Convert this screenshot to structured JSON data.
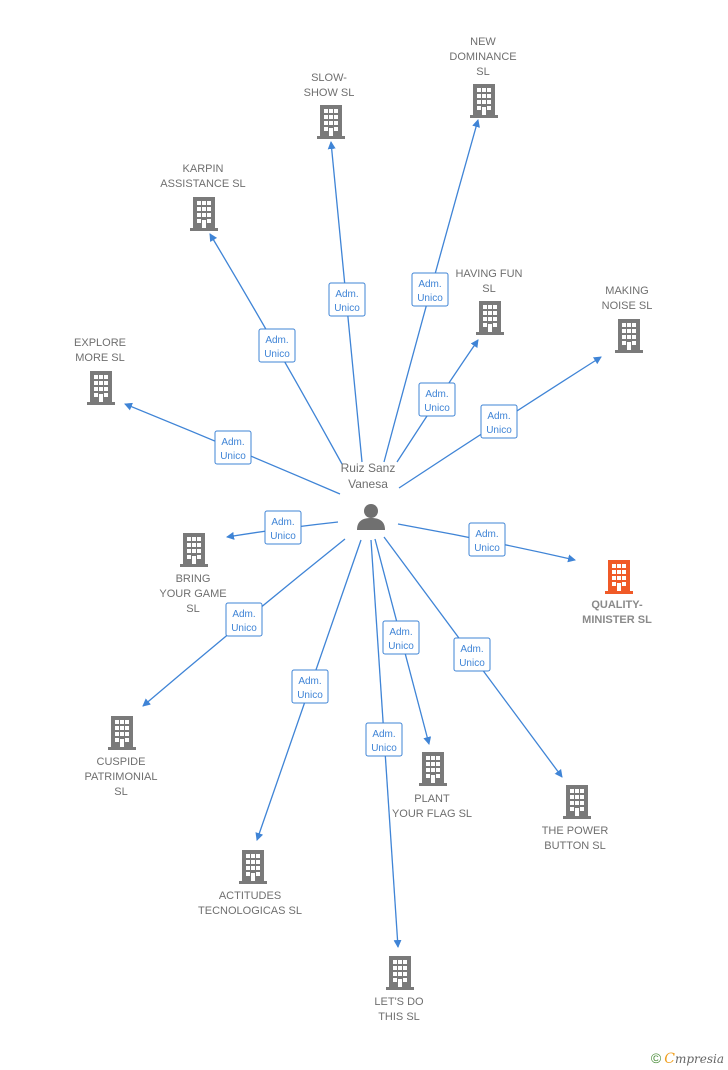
{
  "person": {
    "name_line1": "Ruiz Sanz",
    "name_line2": "Vanesa",
    "icon": "person-icon"
  },
  "colors": {
    "edge": "#3f84d6",
    "building": "#7a7a7a",
    "highlight": "#f05a28"
  },
  "edge_label": {
    "line1": "Adm.",
    "line2": "Unico"
  },
  "companies": [
    {
      "id": "new-dominance",
      "label": [
        "NEW",
        "DOMINANCE",
        "SL"
      ],
      "icon": "building-icon"
    },
    {
      "id": "slow-show",
      "label": [
        "SLOW-",
        "SHOW  SL"
      ],
      "icon": "building-icon"
    },
    {
      "id": "karpin",
      "label": [
        "KARPIN",
        "ASSISTANCE SL"
      ],
      "icon": "building-icon"
    },
    {
      "id": "having-fun",
      "label": [
        "HAVING FUN",
        "SL"
      ],
      "icon": "building-icon"
    },
    {
      "id": "making-noise",
      "label": [
        "MAKING",
        "NOISE  SL"
      ],
      "icon": "building-icon"
    },
    {
      "id": "explore-more",
      "label": [
        "EXPLORE",
        "MORE  SL"
      ],
      "icon": "building-icon"
    },
    {
      "id": "bring-your-game",
      "label": [
        "BRING",
        "YOUR GAME",
        "SL"
      ],
      "icon": "building-icon"
    },
    {
      "id": "quality-minister",
      "label": [
        "QUALITY-",
        "MINISTER  SL"
      ],
      "icon": "building-icon",
      "highlight": true
    },
    {
      "id": "cuspide",
      "label": [
        "CUSPIDE",
        "PATRIMONIAL",
        "SL"
      ],
      "icon": "building-icon"
    },
    {
      "id": "plant-your-flag",
      "label": [
        "PLANT",
        "YOUR FLAG  SL"
      ],
      "icon": "building-icon"
    },
    {
      "id": "the-power-button",
      "label": [
        "THE POWER",
        "BUTTON  SL"
      ],
      "icon": "building-icon"
    },
    {
      "id": "actitudes",
      "label": [
        "ACTITUDES",
        "TECNOLOGICAS SL"
      ],
      "icon": "building-icon"
    },
    {
      "id": "lets-do-this",
      "label": [
        "LET'S DO",
        "THIS  SL"
      ],
      "icon": "building-icon"
    }
  ],
  "footer": {
    "copyright": "©",
    "brand_first": "C",
    "brand_rest": "mpresia"
  }
}
